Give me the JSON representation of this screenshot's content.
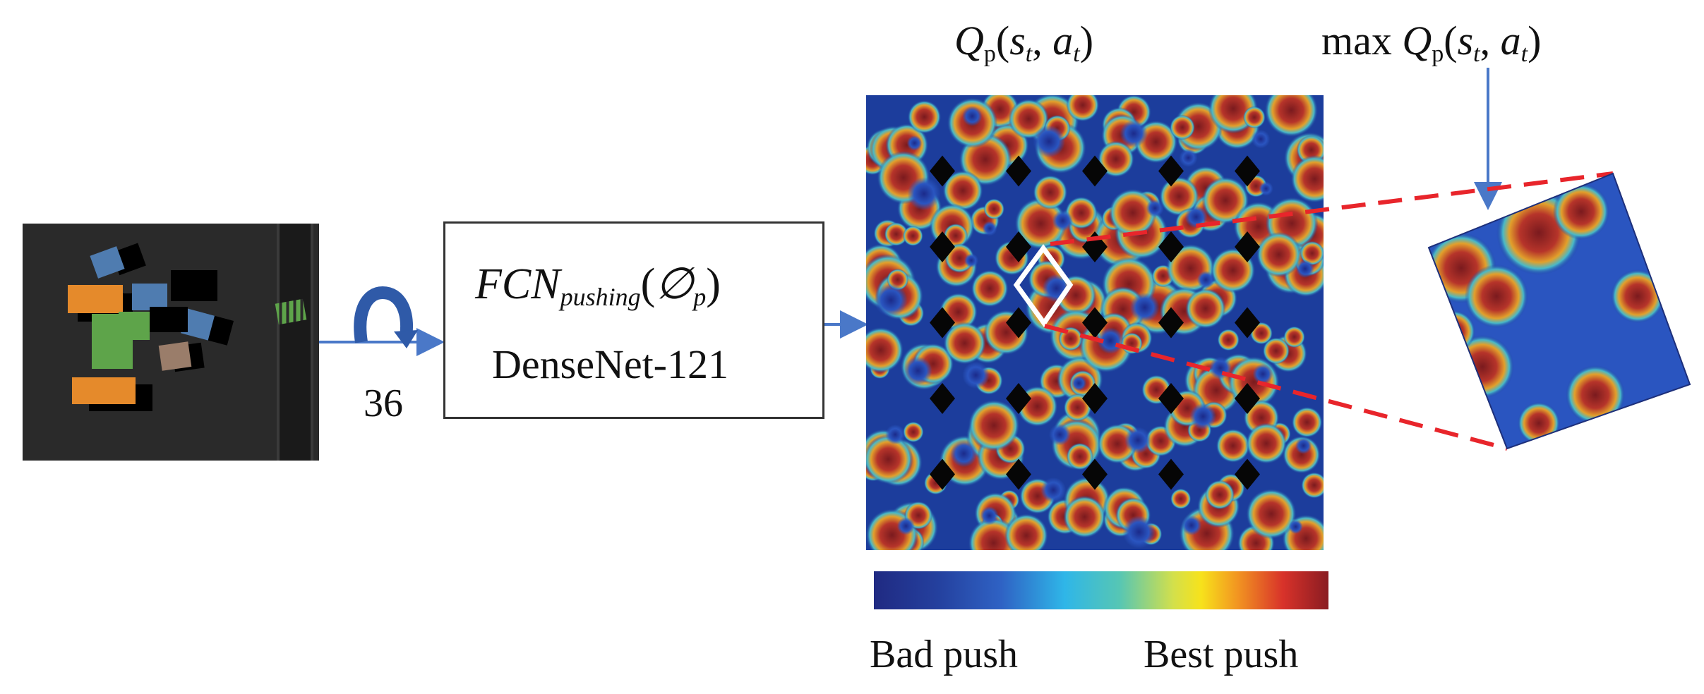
{
  "input_scene": {
    "icon": "workspace-image",
    "blocks": [
      {
        "color": "#e58a2b"
      },
      {
        "color": "#4f7cb0"
      },
      {
        "color": "#5ea44a"
      },
      {
        "color": "#4f7cb0"
      },
      {
        "color": "#9a7d6a"
      },
      {
        "color": "#e58a2b"
      },
      {
        "color": "#4f7cb0"
      },
      {
        "color": "#5ea44a"
      }
    ]
  },
  "rotation": {
    "count_label": "36",
    "icon": "rotation-arrow-icon"
  },
  "network": {
    "name": "FCN",
    "name_subscript": "pushing",
    "param_symbol": "∅",
    "param_subscript": "p",
    "backbone": "DenseNet-121"
  },
  "q_map": {
    "label_q": "Q",
    "label_q_sub": "p",
    "label_state": "s",
    "label_action": "a",
    "label_time": "t",
    "max_prefix": "max"
  },
  "colorbar": {
    "low_label": "Bad push",
    "high_label": "Best push",
    "colors": [
      "#202a82",
      "#2f62c4",
      "#2fb6e8",
      "#f7e21b",
      "#d8322a",
      "#8a1c22"
    ]
  },
  "colors": {
    "arrow": "#4a78c8",
    "zoom_lines": "#e8252b",
    "selection_box": "#ffffff"
  }
}
